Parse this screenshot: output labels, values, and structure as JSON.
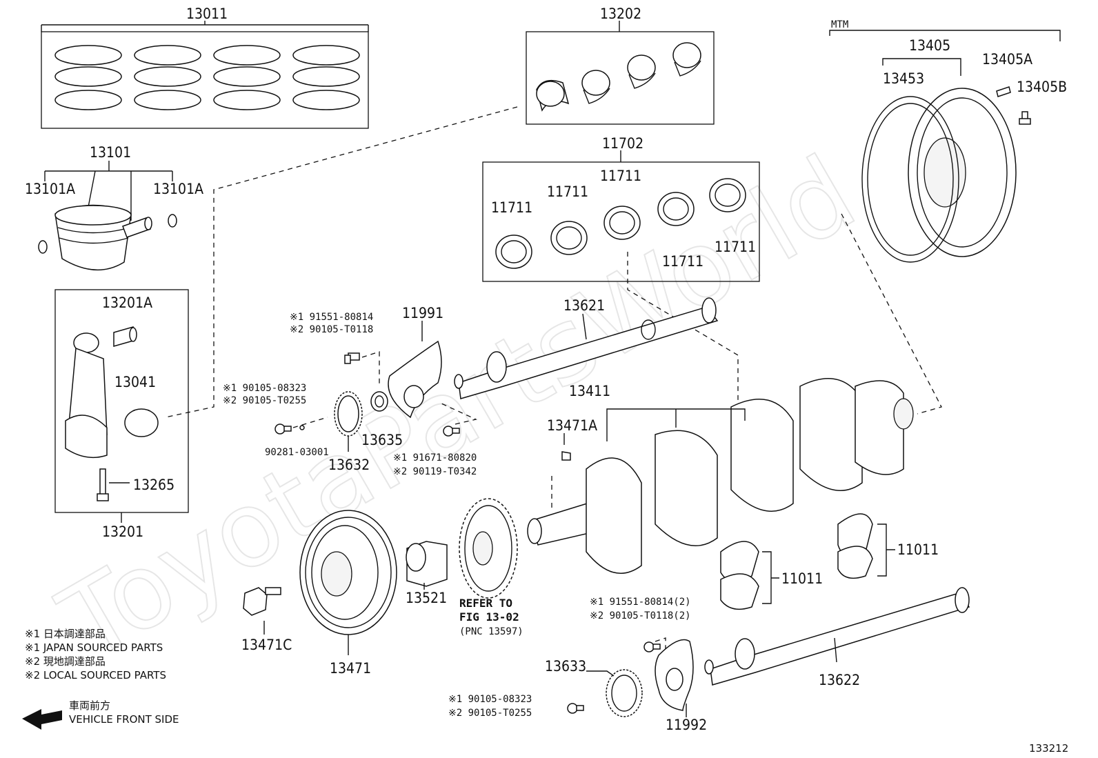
{
  "diagram": {
    "watermark": "ToyotaPartsWorld",
    "figure_id": "133212",
    "section_label": "MTM",
    "legend": {
      "line1": "※1  日本調達部品",
      "line2": "※1  JAPAN SOURCED PARTS",
      "line3": "※2  現地調達部品",
      "line4": "※2  LOCAL SOURCED PARTS"
    },
    "direction": {
      "jp": "車両前方",
      "en": "VEHICLE FRONT SIDE"
    },
    "refer": {
      "line1": "REFER TO",
      "line2": "FIG 13-02",
      "line3": "(PNC 13597)"
    },
    "labels": {
      "p13011": "13011",
      "p13202": "13202",
      "p11702": "11702",
      "p13101": "13101",
      "p13101a_l": "13101A",
      "p13101a_r": "13101A",
      "p13201a": "13201A",
      "p13041": "13041",
      "p13265": "13265",
      "p13201": "13201",
      "p11711_1": "11711",
      "p11711_2": "11711",
      "p11711_3": "11711",
      "p11711_4": "11711",
      "p11711_5": "11711",
      "p13405": "13405",
      "p13405a": "13405A",
      "p13453": "13453",
      "p13405b": "13405B",
      "p11991": "11991",
      "p13621": "13621",
      "p13411": "13411",
      "p13471a": "13471A",
      "p13635": "13635",
      "p13632": "13632",
      "p11011_r": "11011",
      "p11011_m": "11011",
      "p13521": "13521",
      "p13471": "13471",
      "p13471c": "13471C",
      "p13633": "13633",
      "p11992": "11992",
      "p13622": "13622"
    },
    "notes": {
      "n1a": "※1 91551-80814",
      "n1b": "※2 90105-T0118",
      "n2a": "※1 90105-08323",
      "n2b": "※2 90105-T0255",
      "n3": "90281-03001",
      "n4a": "※1 91671-80820",
      "n4b": "※2 90119-T0342",
      "n5a": "※1 91551-80814(2)",
      "n5b": "※2 90105-T0118(2)",
      "n6a": "※1 90105-08323",
      "n6b": "※2 90105-T0255"
    }
  }
}
